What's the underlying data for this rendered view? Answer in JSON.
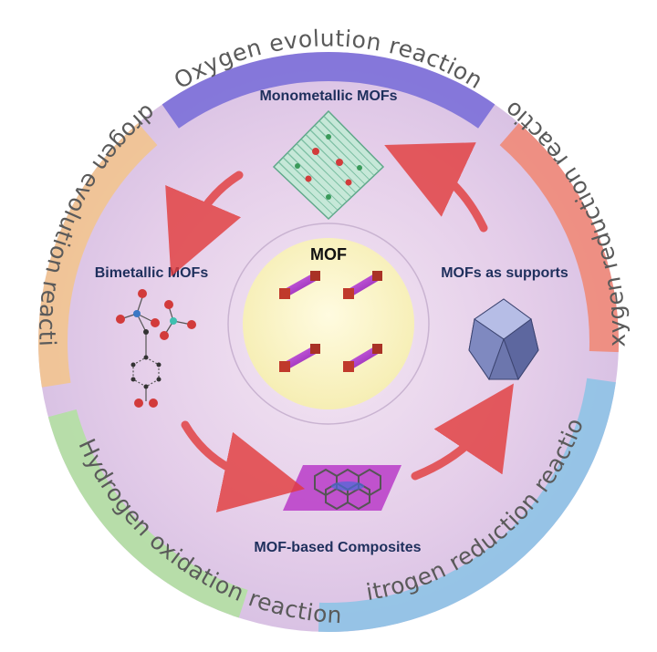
{
  "center": {
    "label": "MOF"
  },
  "outer_ring": [
    {
      "id": "oer",
      "label": "Oxygen evolution reaction",
      "color": "#7b6fd8"
    },
    {
      "id": "orr",
      "label": "Oxygen reduction reaction",
      "color": "#ef8a78"
    },
    {
      "id": "nrr",
      "label": "Nitrogen reduction reaction",
      "color": "#8ec3e6"
    },
    {
      "id": "hor",
      "label": "Hydrogen oxidation reaction",
      "color": "#b3e0a2"
    },
    {
      "id": "her",
      "label": "Hydrogen evolution reaction",
      "color": "#f2c48f"
    }
  ],
  "categories": [
    {
      "id": "monometallic",
      "label": "Monometallic  MOFs"
    },
    {
      "id": "supports",
      "label": "MOFs as supports"
    },
    {
      "id": "composites",
      "label": "MOF-based Composites"
    },
    {
      "id": "bimetallic",
      "label": "Bimetallic MOFs"
    }
  ],
  "colors": {
    "background": "#e9d6ee",
    "core": "#fbf6c4",
    "arrow": "#e23a3a",
    "rod": "#b23ad6",
    "node": "#c0392b"
  }
}
